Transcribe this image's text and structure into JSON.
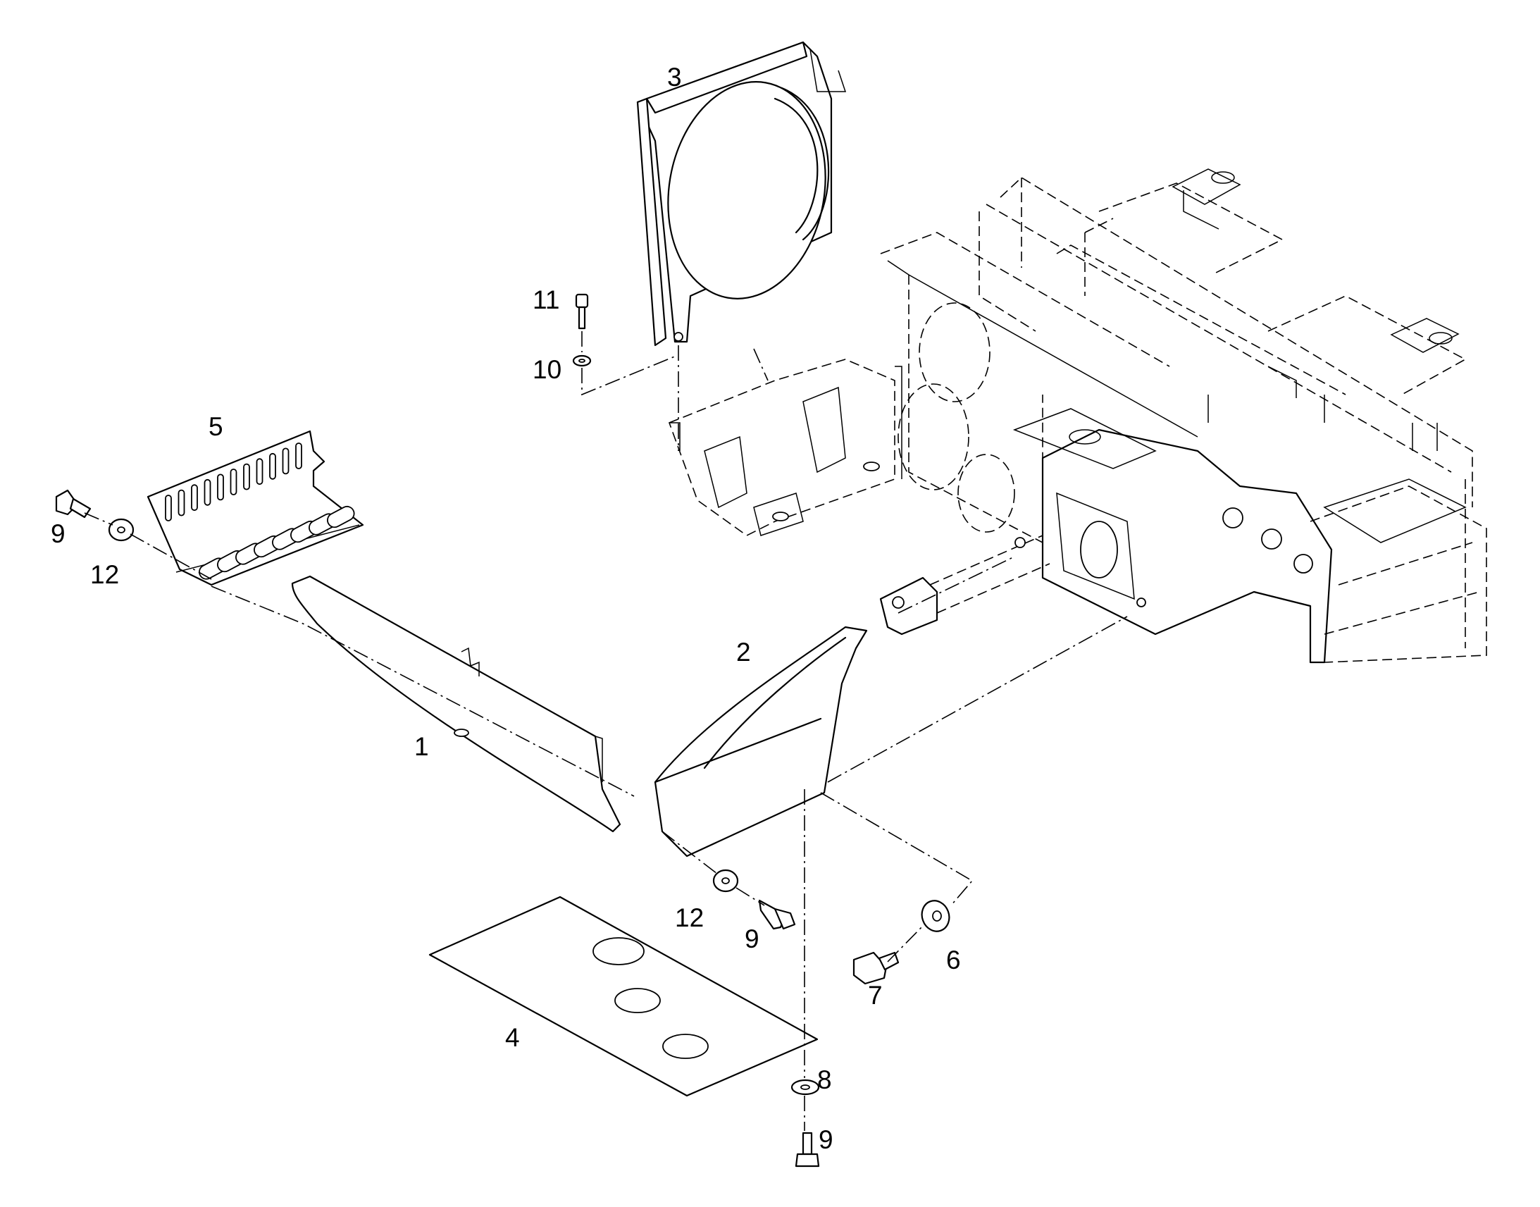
{
  "colors": {
    "line": "#000000",
    "background": "#ffffff"
  },
  "callouts": [
    {
      "id": "c1",
      "label": "1"
    },
    {
      "id": "c2",
      "label": "2"
    },
    {
      "id": "c3",
      "label": "3"
    },
    {
      "id": "c4",
      "label": "4"
    },
    {
      "id": "c5",
      "label": "5"
    },
    {
      "id": "c6",
      "label": "6"
    },
    {
      "id": "c7",
      "label": "7"
    },
    {
      "id": "c8",
      "label": "8"
    },
    {
      "id": "c9a",
      "label": "9"
    },
    {
      "id": "c9b",
      "label": "9"
    },
    {
      "id": "c9c",
      "label": "9"
    },
    {
      "id": "c10",
      "label": "10"
    },
    {
      "id": "c11",
      "label": "11"
    },
    {
      "id": "c12a",
      "label": "12"
    },
    {
      "id": "c12b",
      "label": "12"
    }
  ]
}
